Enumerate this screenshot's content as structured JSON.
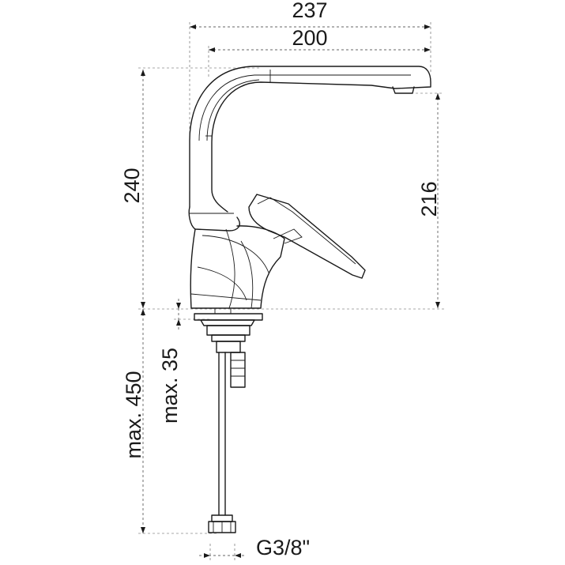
{
  "dimensions": {
    "overall_length": "237",
    "spout_reach": "200",
    "overall_height": "240",
    "spout_height": "216",
    "max_hose": "max. 450",
    "max_deck": "max. 35",
    "thread": "G3/8\""
  }
}
